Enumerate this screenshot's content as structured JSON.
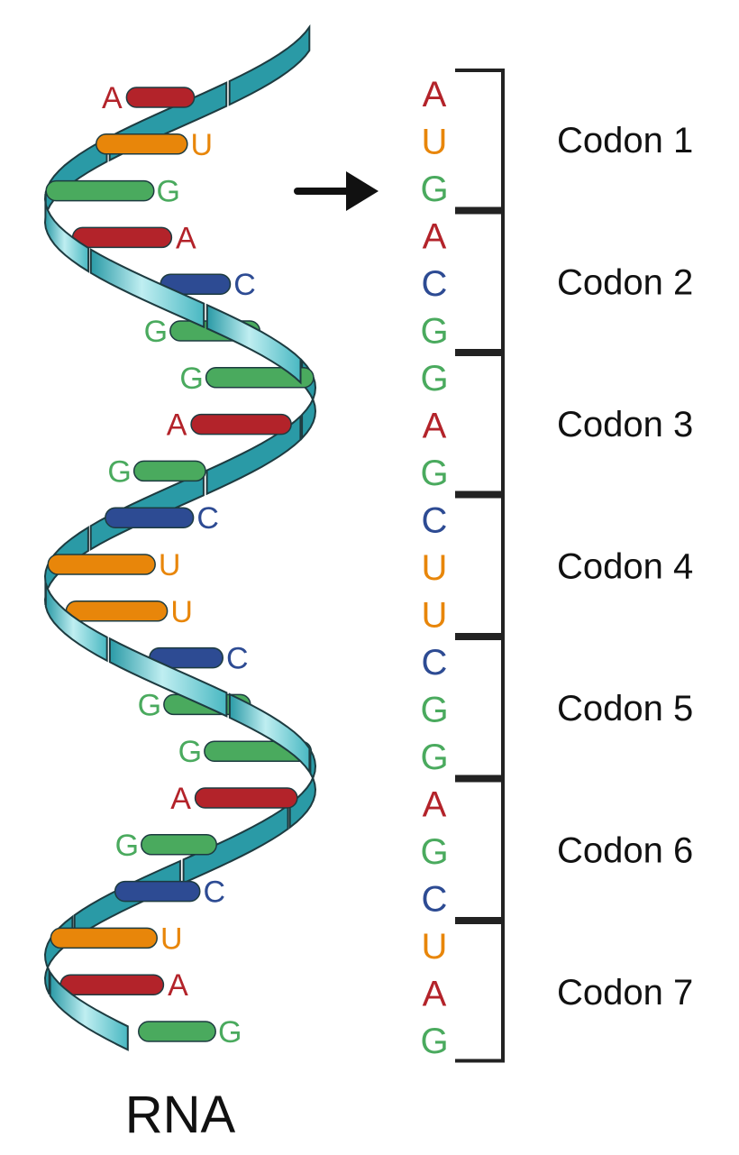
{
  "title": "RNA",
  "colors": {
    "A": "#b3232a",
    "U": "#e8860a",
    "G": "#4aaa5e",
    "C": "#2d4b93",
    "backbone_light": "#c9eef0",
    "backbone_mid": "#66c9d1",
    "backbone_dark": "#2a9aa6",
    "outline": "#1d3b40",
    "bracket": "#222222",
    "arrow": "#111111"
  },
  "strand_bases": [
    "A",
    "U",
    "G",
    "A",
    "C",
    "G",
    "G",
    "A",
    "G",
    "C",
    "U",
    "U",
    "C",
    "G",
    "G",
    "A",
    "G",
    "C",
    "U",
    "A",
    "G"
  ],
  "sequence": [
    "A",
    "U",
    "G",
    "A",
    "C",
    "G",
    "G",
    "A",
    "G",
    "C",
    "U",
    "U",
    "C",
    "G",
    "G",
    "A",
    "G",
    "C",
    "U",
    "A",
    "G"
  ],
  "codons": [
    {
      "label": "Codon 1",
      "bases": [
        "A",
        "U",
        "G"
      ]
    },
    {
      "label": "Codon 2",
      "bases": [
        "A",
        "C",
        "G"
      ]
    },
    {
      "label": "Codon 3",
      "bases": [
        "G",
        "A",
        "G"
      ]
    },
    {
      "label": "Codon 4",
      "bases": [
        "C",
        "U",
        "U"
      ]
    },
    {
      "label": "Codon 5",
      "bases": [
        "C",
        "G",
        "G"
      ]
    },
    {
      "label": "Codon 6",
      "bases": [
        "A",
        "G",
        "C"
      ]
    },
    {
      "label": "Codon 7",
      "bases": [
        "U",
        "A",
        "G"
      ]
    }
  ],
  "icons": {
    "arrow": "right-arrow-icon"
  }
}
